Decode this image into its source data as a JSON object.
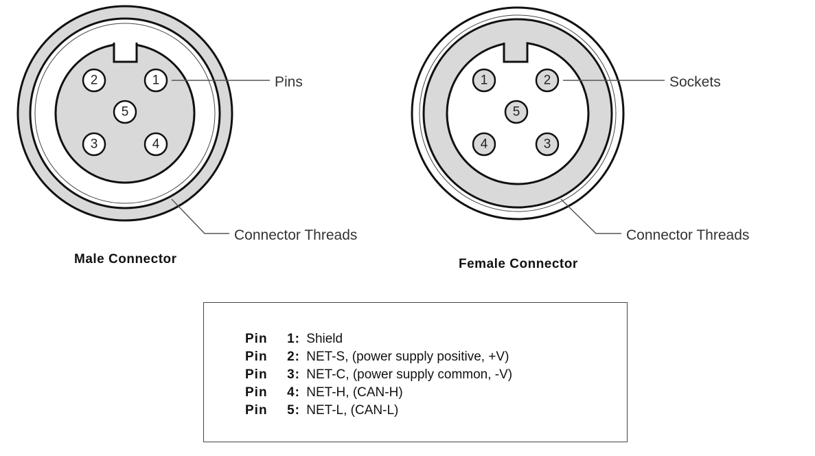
{
  "male": {
    "title": "Male Connector",
    "pins": [
      "1",
      "2",
      "3",
      "4",
      "5"
    ],
    "pins_label": "Pins",
    "threads_label": "Connector Threads"
  },
  "female": {
    "title": "Female Connector",
    "sockets": [
      "1",
      "2",
      "3",
      "4",
      "5"
    ],
    "sockets_label": "Sockets",
    "threads_label": "Connector Threads"
  },
  "legend": {
    "rows": [
      {
        "pin": "Pin",
        "num": "1:",
        "desc": "Shield"
      },
      {
        "pin": "Pin",
        "num": "2:",
        "desc": "NET-S, (power supply positive, +V)"
      },
      {
        "pin": "Pin",
        "num": "3:",
        "desc": "NET-C, (power supply common, -V)"
      },
      {
        "pin": "Pin",
        "num": "4:",
        "desc": "NET-H, (CAN-H)"
      },
      {
        "pin": "Pin",
        "num": "5:",
        "desc": "NET-L, (CAN-L)"
      }
    ]
  },
  "colors": {
    "gray": "#d9d9d9",
    "line": "#111111"
  }
}
